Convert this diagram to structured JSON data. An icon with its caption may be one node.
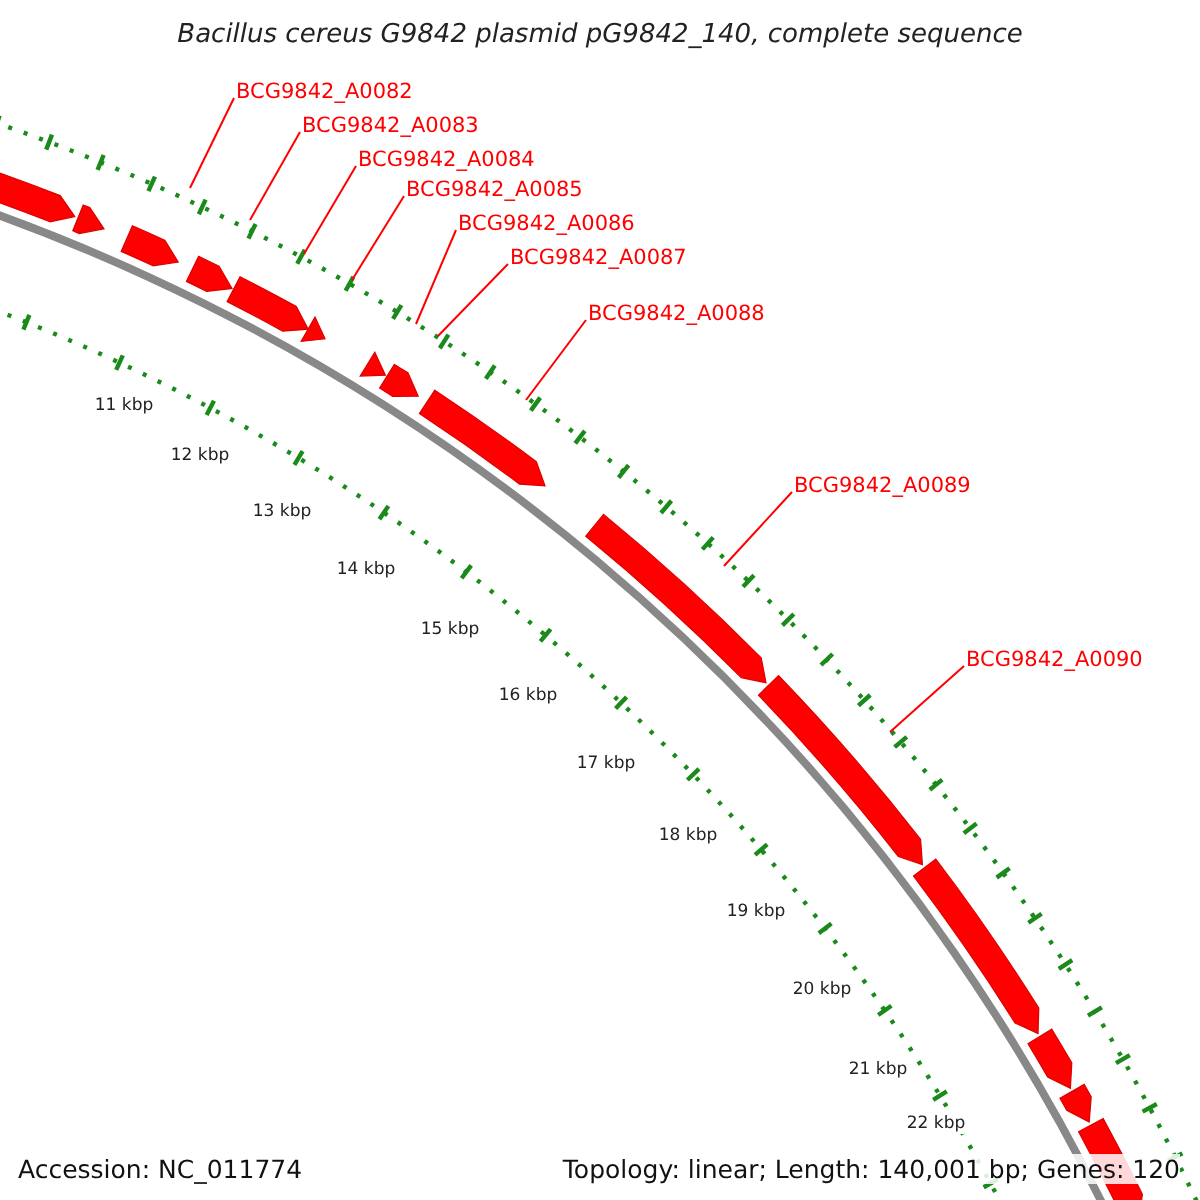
{
  "diagram": {
    "title": "Bacillus cereus G9842 plasmid pG9842_140, complete sequence",
    "nodes": [
      {
        "text": [
          "BCG9842_A0082"
        ]
      },
      {
        "text": [
          "BCG9842_A0083"
        ]
      },
      {
        "text": [
          "BCG9842_A0084"
        ]
      },
      {
        "text": [
          "BCG9842_A0085"
        ]
      },
      {
        "text": [
          "BCG9842_A0086"
        ]
      },
      {
        "text": [
          "BCG9842_A0087"
        ]
      },
      {
        "text": [
          "BCG9842_A0088"
        ]
      },
      {
        "text": [
          "BCG9842_A0089"
        ]
      },
      {
        "text": [
          "BCG9842_A0090"
        ]
      }
    ],
    "edges": [
      {
        "from": 0,
        "to": null,
        "arrow": "none"
      },
      {
        "from": 1,
        "to": null,
        "arrow": "none"
      },
      {
        "from": 2,
        "to": null,
        "arrow": "none"
      },
      {
        "from": 3,
        "to": null,
        "arrow": "none"
      },
      {
        "from": 4,
        "to": null,
        "arrow": "none"
      },
      {
        "from": 5,
        "to": null,
        "arrow": "none"
      },
      {
        "from": 6,
        "to": null,
        "arrow": "none"
      },
      {
        "from": 7,
        "to": null,
        "arrow": "none"
      },
      {
        "from": 8,
        "to": null,
        "arrow": "none"
      }
    ],
    "labels": [
      "11 kbp",
      "12 kbp",
      "13 kbp",
      "14 kbp",
      "15 kbp",
      "16 kbp",
      "17 kbp",
      "18 kbp",
      "19 kbp",
      "20 kbp",
      "21 kbp",
      "22 kbp",
      "Accession: NC_011774",
      "Topology: linear; Length: 140,001 bp; Genes: 120"
    ]
  }
}
